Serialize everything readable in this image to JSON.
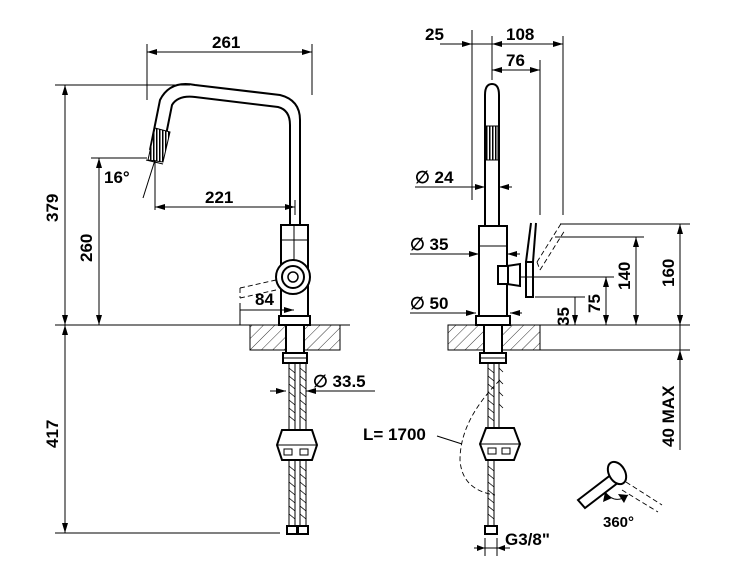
{
  "dimensions": {
    "front": {
      "spout_reach": "261",
      "aerator_angle": "16°",
      "aerator_reach": "221",
      "total_height": "379",
      "aerator_height": "260",
      "lever_height": "84",
      "below_counter": "417",
      "hose_diameter": "∅ 33.5"
    },
    "side": {
      "offset_top": "25",
      "handle_reach": "108",
      "lever_reach": "76",
      "spout_diameter": "∅ 24",
      "body_diameter": "∅ 35",
      "base_diameter": "∅ 50",
      "lever_base_height": "35",
      "lever_height": "75",
      "handle_height": "140",
      "handle_top_height": "160",
      "counter_thickness": "40 MAX",
      "hose_length": "L= 1700",
      "connection": "G3/8\""
    },
    "rotation": "360°"
  }
}
